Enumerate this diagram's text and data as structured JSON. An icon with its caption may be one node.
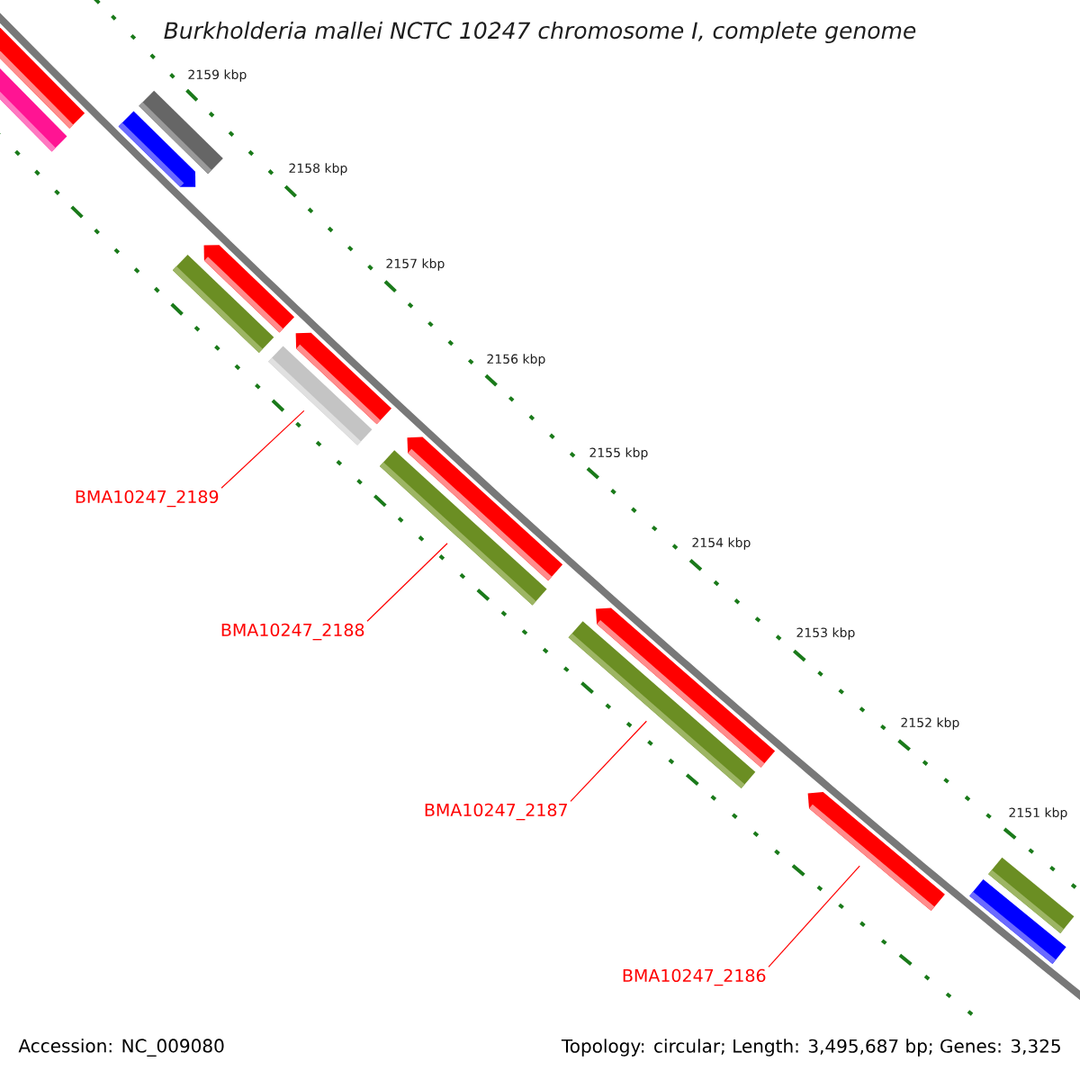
{
  "diagram": {
    "title": "Burkholderia mallei NCTC 10247 chromosome I, complete genome",
    "nodes": [
      {
        "text": [
          "BMA10247_2189"
        ]
      },
      {
        "text": [
          "BMA10247_2188"
        ]
      },
      {
        "text": [
          "BMA10247_2187"
        ]
      },
      {
        "text": [
          "BMA10247_2186"
        ]
      },
      {
        "text": [],
        "shape": "bar"
      },
      {
        "text": [],
        "shape": "bar"
      },
      {
        "text": [],
        "shape": "bar"
      },
      {
        "text": [],
        "shape": "bar"
      },
      {
        "text": [],
        "shape": "bar"
      },
      {
        "text": [],
        "shape": "bar"
      },
      {
        "text": [],
        "shape": "bar"
      },
      {
        "text": [],
        "shape": "bar"
      },
      {
        "text": [],
        "shape": "bar"
      },
      {
        "text": [],
        "shape": "bar"
      },
      {
        "text": [],
        "shape": "bar"
      },
      {
        "text": [],
        "shape": "bar"
      },
      {
        "text": [],
        "shape": "bar"
      },
      {
        "text": [],
        "shape": "bar"
      },
      {
        "text": [],
        "shape": "bar"
      }
    ],
    "edges": [
      {
        "from": 0,
        "to": 11,
        "arrow": "none"
      },
      {
        "from": 1,
        "to": 13,
        "arrow": "none"
      },
      {
        "from": 2,
        "to": 15,
        "arrow": "none"
      },
      {
        "from": 3,
        "to": 16,
        "arrow": "none"
      }
    ],
    "labels": [
      "2159 kbp",
      "2158 kbp",
      "2157 kbp",
      "2156 kbp",
      "2155 kbp",
      "2154 kbp",
      "2153 kbp",
      "2152 kbp",
      "2151 kbp",
      "Accession: NC_009080",
      "Topology: circular; Length: 3,495,687 bp; Genes: 3,325"
    ]
  }
}
